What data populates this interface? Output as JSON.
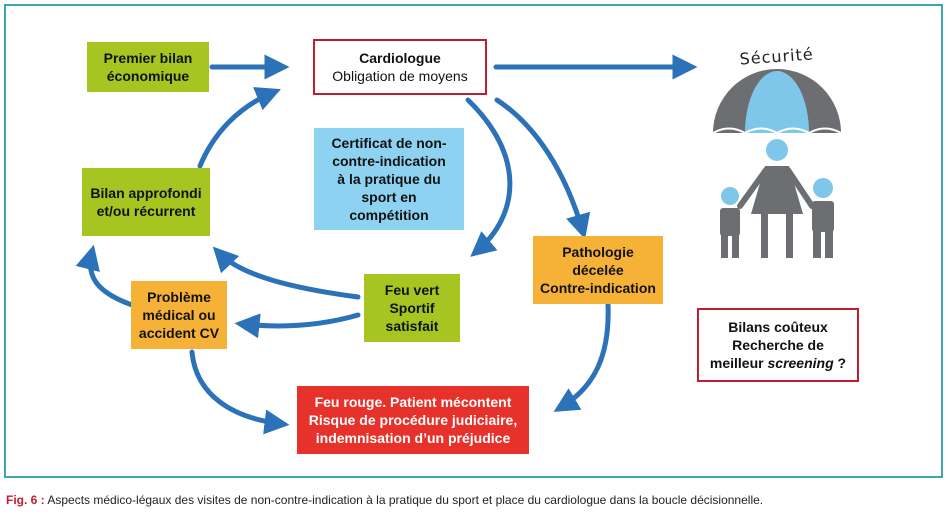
{
  "diagram": {
    "nodes": {
      "premier_bilan": {
        "lines": [
          "Premier bilan",
          "économique"
        ]
      },
      "cardiologue": {
        "title": "Cardiologue",
        "subtitle": "Obligation de moyens"
      },
      "certificat": {
        "lines": [
          "Certificat de non-",
          "contre-indication",
          "à la pratique du",
          "sport en",
          "compétition"
        ]
      },
      "bilan_approfondi": {
        "lines": [
          "Bilan approfondi",
          "et/ou récurrent"
        ]
      },
      "probleme": {
        "lines": [
          "Problème",
          "médical ou",
          "accident CV"
        ]
      },
      "feu_vert": {
        "lines": [
          "Feu vert",
          "Sportif",
          "satisfait"
        ]
      },
      "pathologie": {
        "lines": [
          "Pathologie",
          "décelée",
          "Contre-indication"
        ]
      },
      "feu_rouge": {
        "lines": [
          "Feu rouge. Patient mécontent",
          "Risque de procédure judiciaire,",
          "indemnisation d’un préjudice"
        ]
      },
      "bilans_couteux": {
        "line1": "Bilans coûteux",
        "line2": "Recherche de",
        "line3_before": "meilleur ",
        "line3_em": "screening",
        "line3_after": " ?"
      }
    },
    "securite": {
      "label": "Sécurité",
      "icon": "family-umbrella-icon"
    },
    "colors": {
      "green": "#a7c520",
      "blue": "#8ed2f2",
      "orange": "#f6b236",
      "red": "#e7322c",
      "outline_red": "#c01d33",
      "arrow": "#2b72b8",
      "frame": "#3aa6ad",
      "umbrella_dark": "#6d6e71",
      "umbrella_light": "#7fc7ea"
    }
  },
  "caption": {
    "label": "Fig. 6 :",
    "text": " Aspects médico-légaux des visites de non-contre-indication à la pratique du sport et place du cardiologue dans la boucle décisionnelle."
  }
}
